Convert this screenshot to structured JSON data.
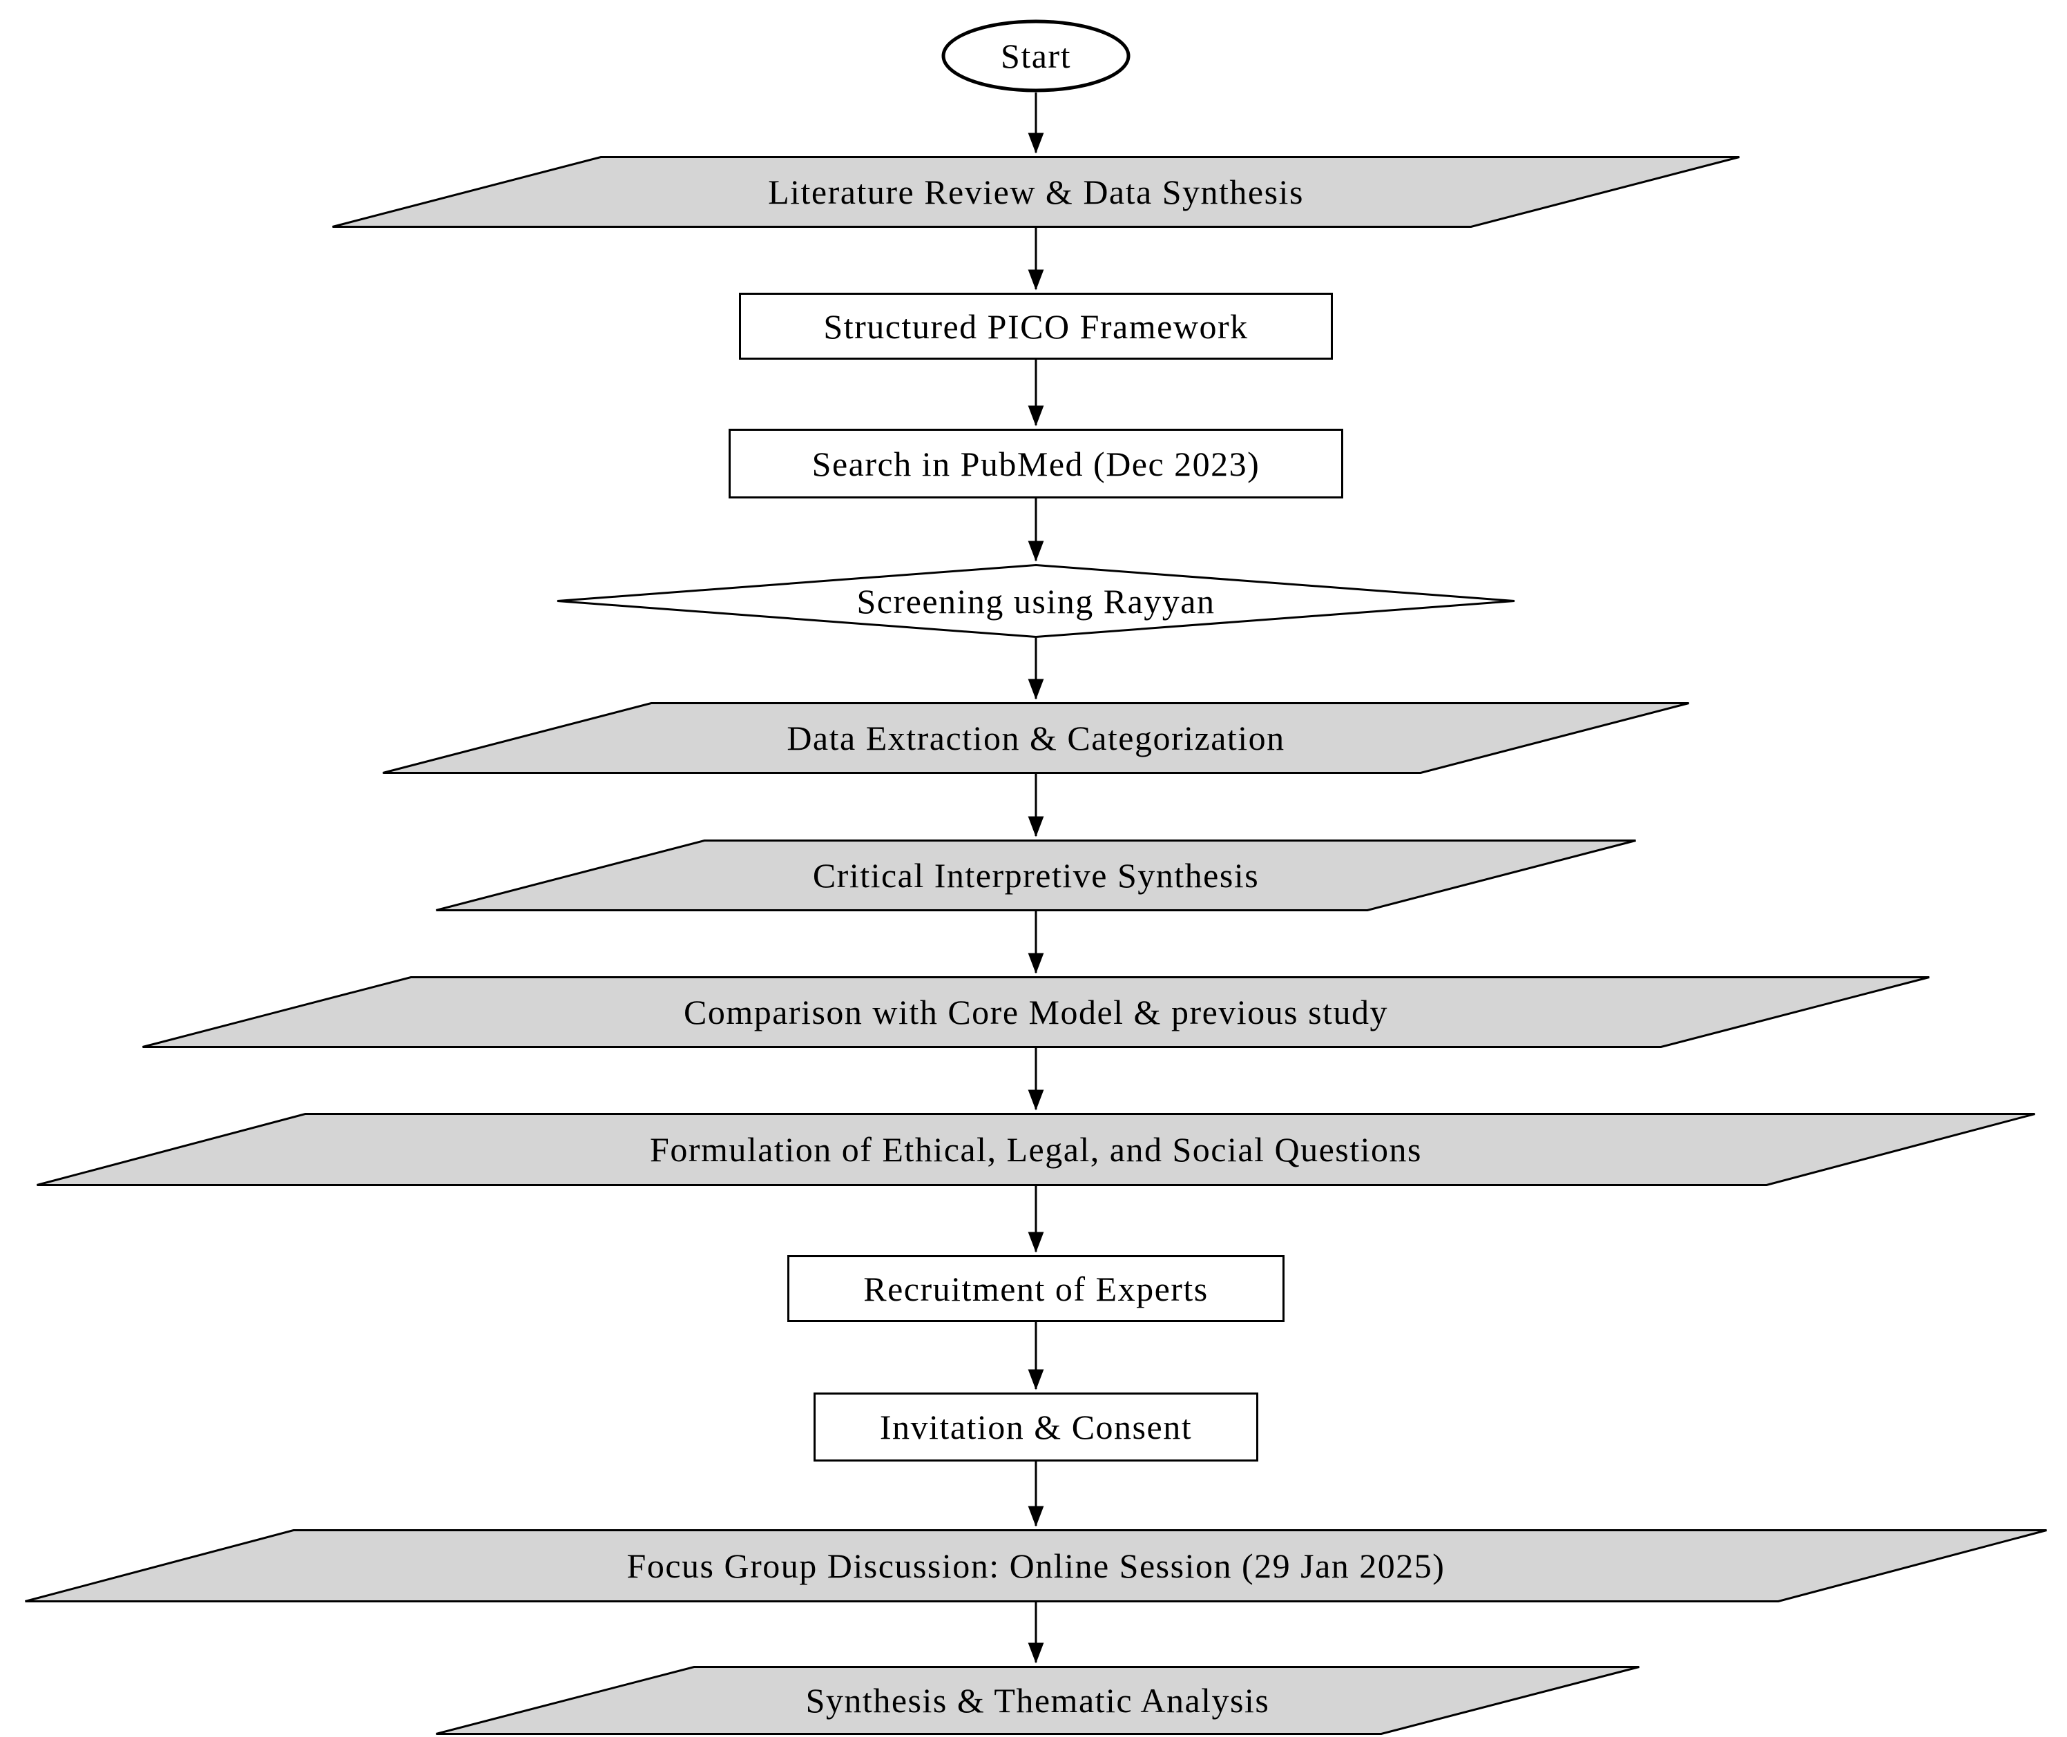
{
  "figure": {
    "type": "flowchart",
    "direction": "top-to-bottom"
  },
  "colors": {
    "parallelogram_fill": "#d5d5d5",
    "process_fill": "#ffffff",
    "terminator_fill": "#ffffff",
    "decision_fill": "#ffffff",
    "stroke": "#000000",
    "text": "#000000",
    "background": "#ffffff"
  },
  "nodes": [
    {
      "id": "start",
      "label": "Start",
      "shape": "ellipse",
      "fill": "#ffffff"
    },
    {
      "id": "literature-review",
      "label": "Literature Review & Data Synthesis",
      "shape": "parallelogram",
      "fill": "#d5d5d5"
    },
    {
      "id": "pico-framework",
      "label": "Structured PICO Framework",
      "shape": "rectangle",
      "fill": "#ffffff"
    },
    {
      "id": "pubmed-search",
      "label": "Search in PubMed (Dec 2023)",
      "shape": "rectangle",
      "fill": "#ffffff"
    },
    {
      "id": "screening",
      "label": "Screening using Rayyan",
      "shape": "diamond",
      "fill": "#ffffff"
    },
    {
      "id": "data-extraction",
      "label": "Data Extraction & Categorization",
      "shape": "parallelogram",
      "fill": "#d5d5d5"
    },
    {
      "id": "critical-synthesis",
      "label": "Critical Interpretive Synthesis",
      "shape": "parallelogram",
      "fill": "#d5d5d5"
    },
    {
      "id": "comparison",
      "label": "Comparison with Core Model & previous study",
      "shape": "parallelogram",
      "fill": "#d5d5d5"
    },
    {
      "id": "formulation",
      "label": "Formulation of Ethical, Legal, and Social Questions",
      "shape": "parallelogram",
      "fill": "#d5d5d5"
    },
    {
      "id": "recruitment",
      "label": "Recruitment of Experts",
      "shape": "rectangle",
      "fill": "#ffffff"
    },
    {
      "id": "invitation",
      "label": "Invitation & Consent",
      "shape": "rectangle",
      "fill": "#ffffff"
    },
    {
      "id": "focus-group",
      "label": "Focus Group Discussion: Online Session (29 Jan 2025)",
      "shape": "parallelogram",
      "fill": "#d5d5d5"
    },
    {
      "id": "thematic-analysis",
      "label": "Synthesis & Thematic Analysis",
      "shape": "parallelogram",
      "fill": "#d5d5d5"
    }
  ],
  "edges": [
    {
      "from": "start",
      "to": "literature-review"
    },
    {
      "from": "literature-review",
      "to": "pico-framework"
    },
    {
      "from": "pico-framework",
      "to": "pubmed-search"
    },
    {
      "from": "pubmed-search",
      "to": "screening"
    },
    {
      "from": "screening",
      "to": "data-extraction"
    },
    {
      "from": "data-extraction",
      "to": "critical-synthesis"
    },
    {
      "from": "critical-synthesis",
      "to": "comparison"
    },
    {
      "from": "comparison",
      "to": "formulation"
    },
    {
      "from": "formulation",
      "to": "recruitment"
    },
    {
      "from": "recruitment",
      "to": "invitation"
    },
    {
      "from": "invitation",
      "to": "focus-group"
    },
    {
      "from": "focus-group",
      "to": "thematic-analysis"
    }
  ]
}
